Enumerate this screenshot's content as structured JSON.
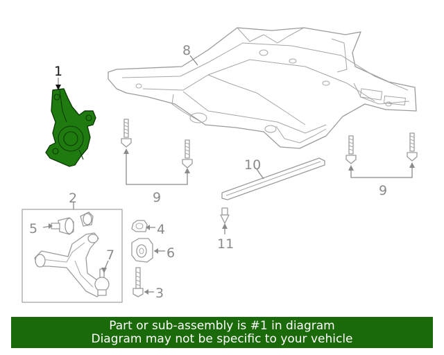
{
  "callouts": {
    "c1": "1",
    "c2": "2",
    "c3": "3",
    "c4": "4",
    "c5": "5",
    "c6": "6",
    "c7": "7",
    "c8": "8",
    "c9a": "9",
    "c9b": "9",
    "c10": "10",
    "c11": "11"
  },
  "banner": {
    "line1": "Part or sub-assembly is #1 in diagram",
    "line2": "Diagram may not be specific to your vehicle"
  },
  "colors": {
    "highlight": "#1f7a0f",
    "banner_bg": "#1b6a0a",
    "line": "#9a9a9a"
  }
}
